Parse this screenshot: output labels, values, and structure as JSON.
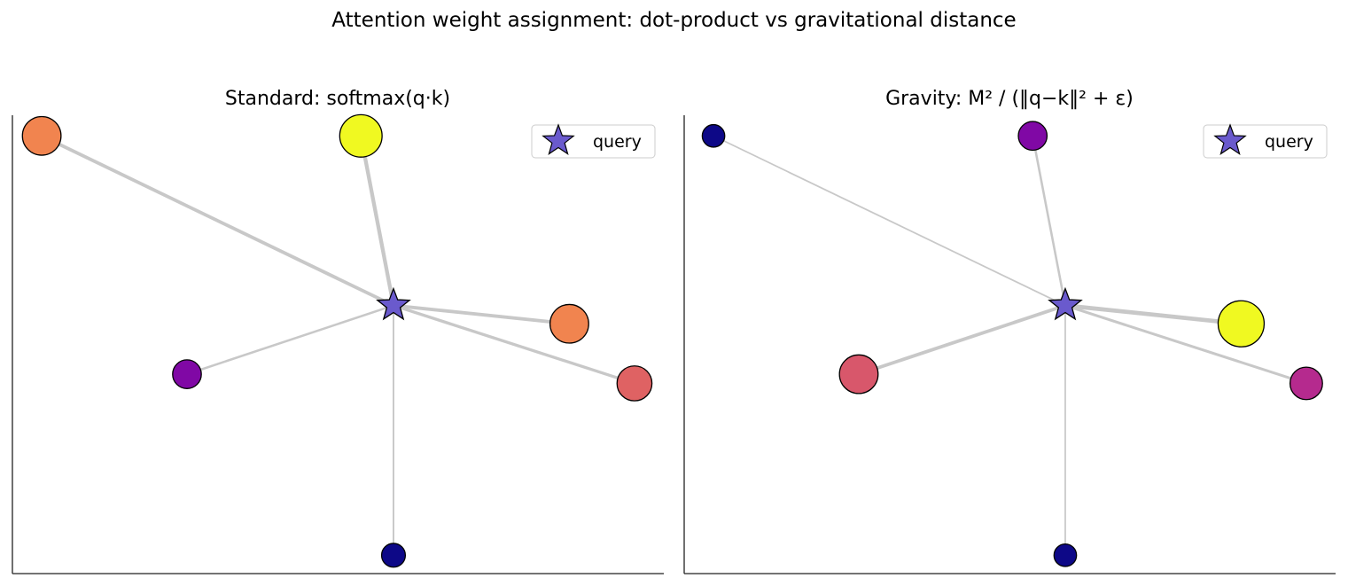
{
  "figure": {
    "suptitle": "Attention weight assignment: dot-product vs gravitational distance"
  },
  "chart_data": [
    {
      "type": "scatter",
      "title": "Standard: softmax(q·k)",
      "xlabel": "",
      "ylabel": "",
      "xlim": [
        0,
        1
      ],
      "ylim": [
        0,
        1
      ],
      "grid": false,
      "legend": {
        "position": "top-right",
        "entries": [
          "query"
        ]
      },
      "query": {
        "name": "query",
        "x": 0.585,
        "y": 0.585,
        "color": "#6a5acd"
      },
      "keys": [
        {
          "x": 0.045,
          "y": 0.955,
          "weight": 0.7,
          "color": "#f1844f"
        },
        {
          "x": 0.535,
          "y": 0.955,
          "weight": 0.85,
          "color": "#f0f921"
        },
        {
          "x": 0.855,
          "y": 0.545,
          "weight": 0.7,
          "color": "#f1844f"
        },
        {
          "x": 0.268,
          "y": 0.435,
          "weight": 0.3,
          "color": "#8008a5"
        },
        {
          "x": 0.955,
          "y": 0.415,
          "weight": 0.55,
          "color": "#df6263"
        },
        {
          "x": 0.585,
          "y": 0.04,
          "weight": 0.1,
          "color": "#0d0887"
        }
      ]
    },
    {
      "type": "scatter",
      "title": "Gravity: M² / (‖q−k‖² + ε)",
      "xlabel": "",
      "ylabel": "",
      "xlim": [
        0,
        1
      ],
      "ylim": [
        0,
        1
      ],
      "grid": false,
      "legend": {
        "position": "top-right",
        "entries": [
          "query"
        ]
      },
      "query": {
        "name": "query",
        "x": 0.585,
        "y": 0.585,
        "color": "#6a5acd"
      },
      "keys": [
        {
          "x": 0.045,
          "y": 0.955,
          "weight": 0.05,
          "color": "#0d0887"
        },
        {
          "x": 0.535,
          "y": 0.955,
          "weight": 0.3,
          "color": "#8008a5"
        },
        {
          "x": 0.855,
          "y": 0.545,
          "weight": 1.0,
          "color": "#f0f921"
        },
        {
          "x": 0.268,
          "y": 0.435,
          "weight": 0.7,
          "color": "#d8576b"
        },
        {
          "x": 0.955,
          "y": 0.415,
          "weight": 0.45,
          "color": "#b52a8e"
        },
        {
          "x": 0.585,
          "y": 0.04,
          "weight": 0.05,
          "color": "#0d0887"
        }
      ]
    }
  ]
}
